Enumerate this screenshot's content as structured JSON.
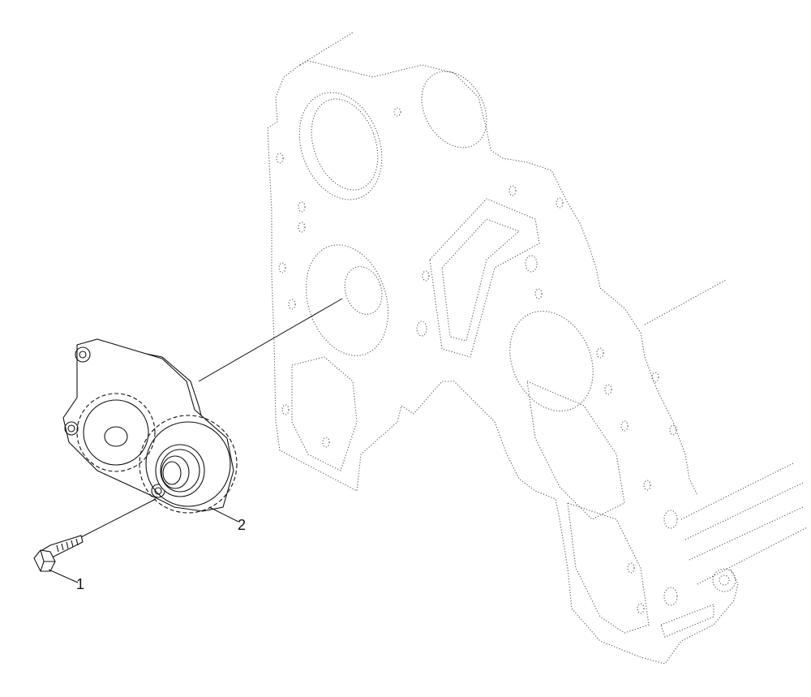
{
  "diagram": {
    "callouts": [
      {
        "number": "1",
        "part": "bolt"
      },
      {
        "number": "2",
        "part": "oil-pump-assembly"
      }
    ]
  }
}
